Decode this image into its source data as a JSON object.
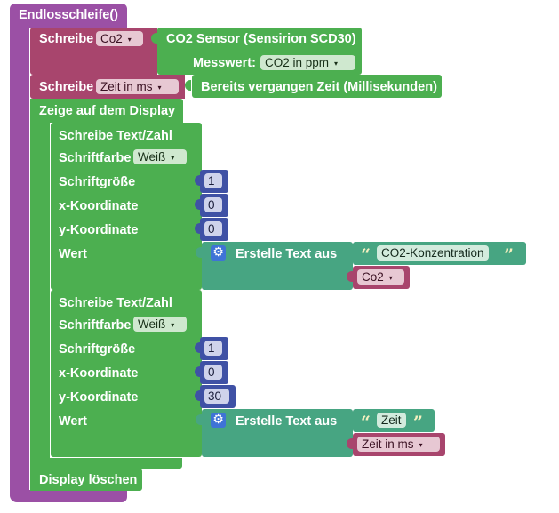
{
  "loop_label": "Endlosschleife()",
  "set_co2": {
    "label": "Schreibe",
    "variable": "Co2",
    "sensor_label": "CO2 Sensor (Sensirion SCD30)",
    "measure_label": "Messwert:",
    "measure_value": "CO2 in ppm"
  },
  "set_time": {
    "label": "Schreibe",
    "variable": "Zeit in ms",
    "value_label": "Bereits vergangen Zeit (Millisekunden)"
  },
  "display_show_label": "Zeige auf dem Display",
  "print1": {
    "title": "Schreibe Text/Zahl",
    "color_label": "Schriftfarbe",
    "color_value": "Weiß",
    "size_label": "Schriftgröße",
    "size_value": "1",
    "x_label": "x-Koordinate",
    "x_value": "0",
    "y_label": "y-Koordinate",
    "y_value": "0",
    "value_label": "Wert",
    "join_label": "Erstelle Text aus",
    "text_value": "CO2-Konzentration",
    "var_value": "Co2"
  },
  "print2": {
    "title": "Schreibe Text/Zahl",
    "color_label": "Schriftfarbe",
    "color_value": "Weiß",
    "size_label": "Schriftgröße",
    "size_value": "1",
    "x_label": "x-Koordinate",
    "x_value": "0",
    "y_label": "y-Koordinate",
    "y_value": "30",
    "value_label": "Wert",
    "join_label": "Erstelle Text aus",
    "text_value": "Zeit",
    "var_value": "Zeit in ms"
  },
  "display_clear_label": "Display löschen",
  "icons": {
    "dropdown": "▾",
    "gear": "⚙",
    "quote_open": "“",
    "quote_close": "”"
  },
  "colors": {
    "loop": "#9b50a5",
    "variables": "#a8456d",
    "display": "#4caf50",
    "text": "#47a582",
    "math": "#3f51a5"
  }
}
